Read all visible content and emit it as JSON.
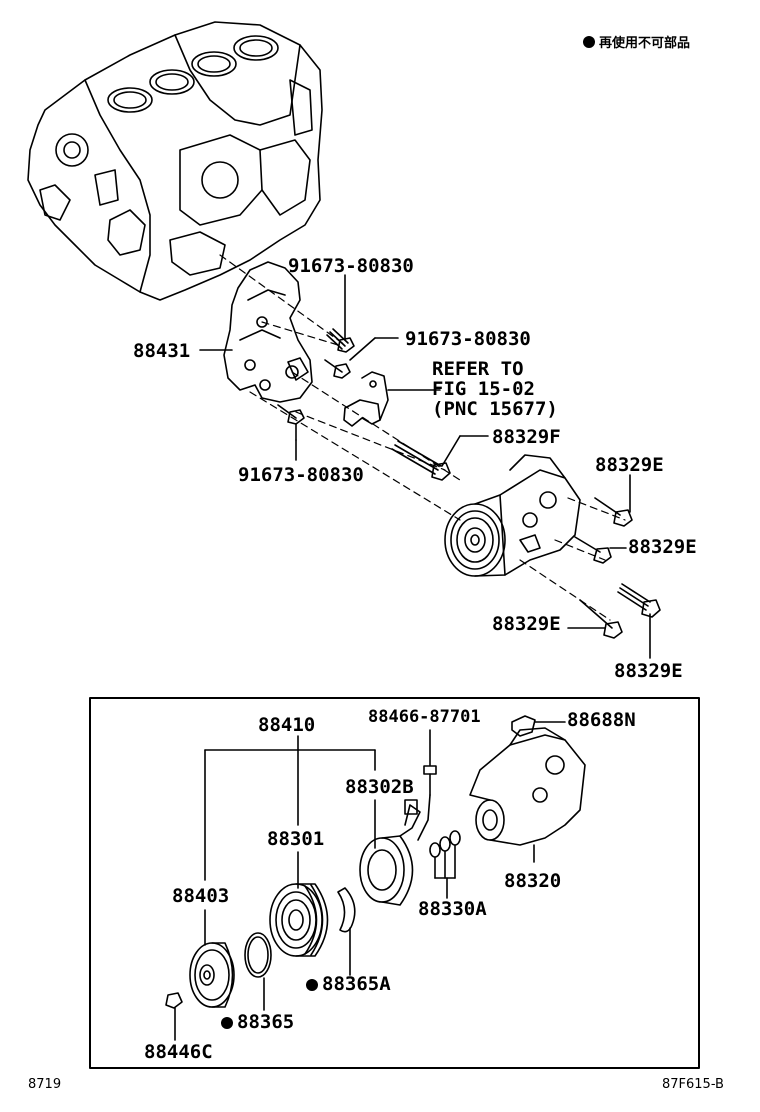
{
  "legend": {
    "text": "再使用不可部品"
  },
  "labels": {
    "p91673a": "91673-80830",
    "p91673b": "91673-80830",
    "p91673c": "91673-80830",
    "p88431": "88431",
    "refer1": "REFER TO",
    "refer2": "FIG 15-02",
    "refer3": "(PNC 15677)",
    "p88329F": "88329F",
    "p88329E_a": "88329E",
    "p88329E_b": "88329E",
    "p88329E_c": "88329E",
    "p88329E_d": "88329E",
    "p88410": "88410",
    "p88466": "88466-87701",
    "p88688N": "88688N",
    "p88302B": "88302B",
    "p88301": "88301",
    "p88320": "88320",
    "p88403": "88403",
    "p88330A": "88330A",
    "p88365A": "88365A",
    "p88365": "88365",
    "p88446C": "88446C"
  },
  "footer": {
    "left": "8719",
    "right": "87F615-B"
  }
}
